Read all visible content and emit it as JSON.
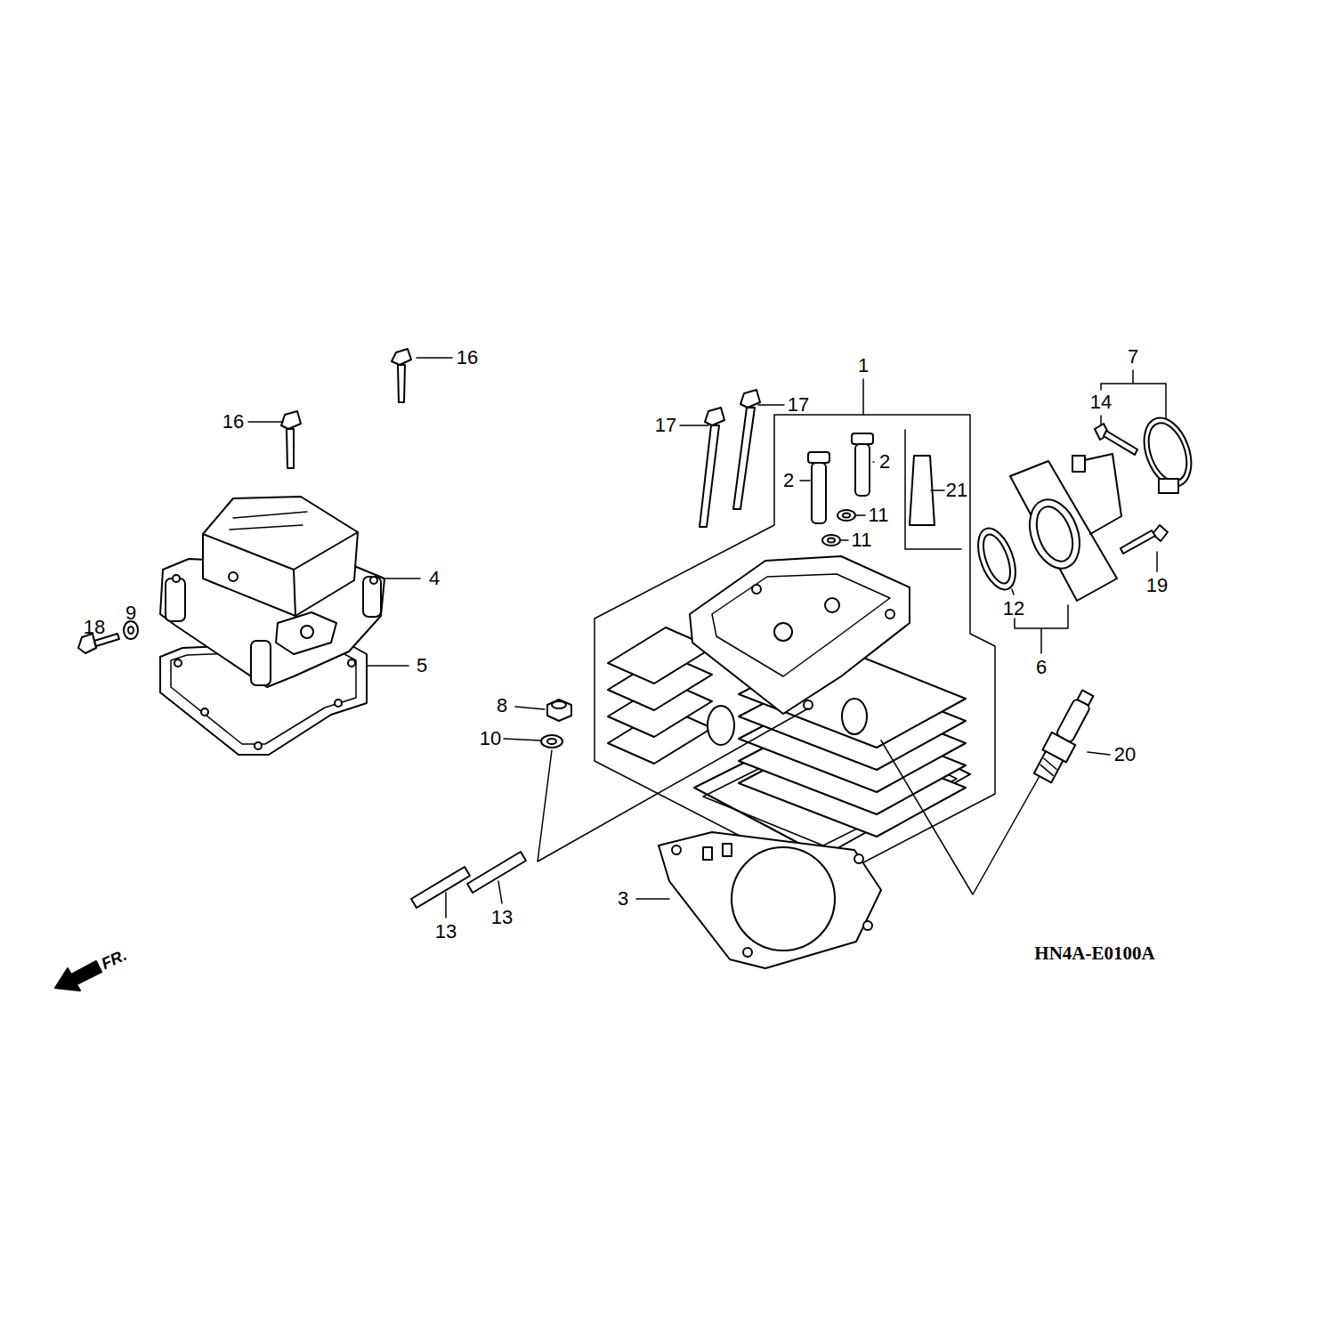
{
  "diagram": {
    "labels": [
      "16",
      "16",
      "17",
      "17",
      "1",
      "7",
      "14",
      "2",
      "2",
      "21",
      "11",
      "11",
      "4",
      "9",
      "18",
      "19",
      "12",
      "5",
      "6",
      "8",
      "10",
      "20",
      "13",
      "13",
      "3",
      "HN4A-E0100A",
      "FR."
    ]
  }
}
